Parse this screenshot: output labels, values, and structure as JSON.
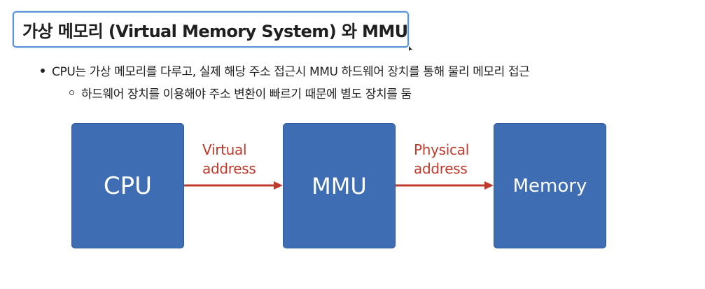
{
  "slide": {
    "title": "가상 메모리 (Virtual Memory System) 와 MMU",
    "bullets": [
      {
        "level": 1,
        "text": "CPU는 가상 메모리를 다루고, 실제 해당 주소 접근시 MMU 하드웨어 장치를 통해 물리 메모리 접근"
      },
      {
        "level": 2,
        "text": "하드웨어 장치를 이용해야 주소 변환이 빠르기 때문에 별도 장치를 둠"
      }
    ]
  },
  "diagram": {
    "nodes": [
      {
        "id": "cpu",
        "label": "CPU"
      },
      {
        "id": "mmu",
        "label": "MMU"
      },
      {
        "id": "memory",
        "label": "Memory"
      }
    ],
    "edges": [
      {
        "from": "cpu",
        "to": "mmu",
        "label_line1": "Virtual",
        "label_line2": "address"
      },
      {
        "from": "mmu",
        "to": "memory",
        "label_line1": "Physical",
        "label_line2": "address"
      }
    ],
    "colors": {
      "box_fill": "#3e6db3",
      "box_text": "#ffffff",
      "arrow": "#c0392b",
      "title_border": "#5a93d8"
    }
  }
}
